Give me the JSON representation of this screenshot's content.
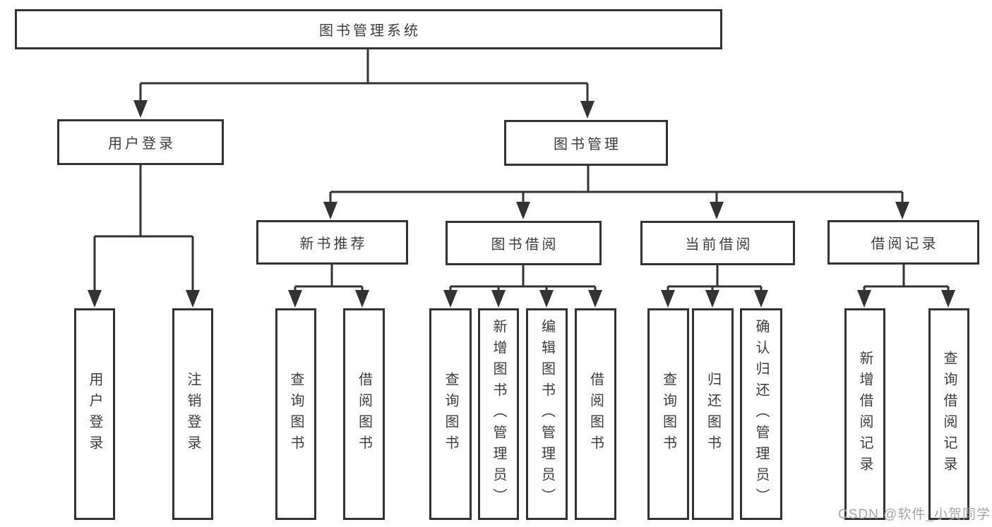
{
  "title": {
    "label": "图书管理系统"
  },
  "level2": {
    "user_login": "用户登录",
    "book_mgmt": "图书管理"
  },
  "level3": {
    "new_books": "新书推荐",
    "borrow": "图书借阅",
    "current": "当前借阅",
    "records": "借阅记录"
  },
  "leaves": {
    "login": [
      "用户登录",
      "注销登录"
    ],
    "new_books": [
      "查询图书",
      "借阅图书"
    ],
    "borrow": [
      "查询图书",
      "新增图书（管理员）",
      "编辑图书（管理员）",
      "借阅图书"
    ],
    "current": [
      "查询图书",
      "归还图书",
      "确认归还（管理员）"
    ],
    "records": [
      "新增借阅记录",
      "查询借阅记录"
    ]
  },
  "watermark": "CSDN @软件_小贺同学",
  "colors": {
    "line": "#333333",
    "text": "#3c3c3c",
    "watermark": "#a6a6a6",
    "background": "#ffffff"
  }
}
